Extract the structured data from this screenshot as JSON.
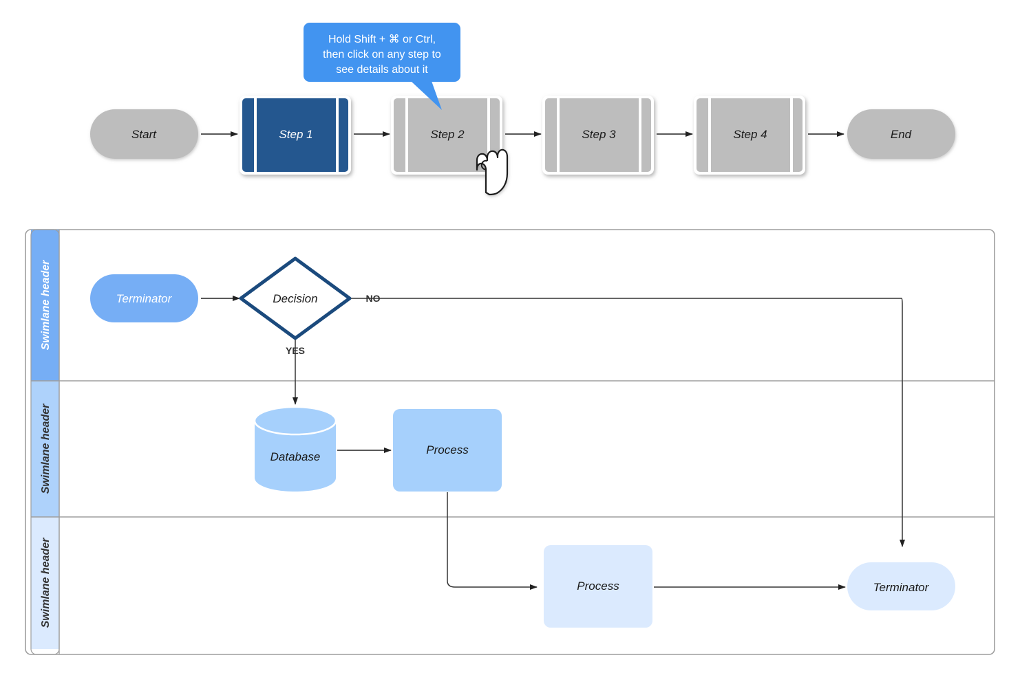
{
  "tooltip": {
    "lines": [
      "Hold Shift + ⌘ or Ctrl,",
      "then click on any step to",
      "see details about it"
    ],
    "bg_color": "#4294f0",
    "text_color": "#ffffff"
  },
  "top_flow": {
    "nodes": [
      {
        "id": "start",
        "label": "Start",
        "shape": "terminator",
        "fill": "#bdbdbd",
        "text_color": "#1a1a1a"
      },
      {
        "id": "step1",
        "label": "Step 1",
        "shape": "predefined-process",
        "fill": "#24578f",
        "text_color": "#ffffff"
      },
      {
        "id": "step2",
        "label": "Step 2",
        "shape": "predefined-process",
        "fill": "#bdbdbd",
        "text_color": "#1a1a1a"
      },
      {
        "id": "step3",
        "label": "Step 3",
        "shape": "predefined-process",
        "fill": "#bdbdbd",
        "text_color": "#1a1a1a"
      },
      {
        "id": "step4",
        "label": "Step 4",
        "shape": "predefined-process",
        "fill": "#bdbdbd",
        "text_color": "#1a1a1a"
      },
      {
        "id": "end",
        "label": "End",
        "shape": "terminator",
        "fill": "#bdbdbd",
        "text_color": "#1a1a1a"
      }
    ],
    "connector_count": 5,
    "selected_node": "step1",
    "hovered_node": "step2",
    "cursor": "pointing-hand"
  },
  "swimlanes": {
    "lanes": [
      {
        "id": "lane1",
        "header": "Swimlane header",
        "fill": "#76aef5",
        "text_color": "#ffffff"
      },
      {
        "id": "lane2",
        "header": "Swimlane header",
        "fill": "#aed2fb",
        "text_color": "#333333"
      },
      {
        "id": "lane3",
        "header": "Swimlane header",
        "fill": "#dbeafe",
        "text_color": "#333333"
      }
    ],
    "nodes": [
      {
        "id": "terminator1",
        "lane": "lane1",
        "label": "Terminator",
        "shape": "terminator",
        "fill": "#76aef5",
        "text_color": "#ffffff"
      },
      {
        "id": "decision",
        "lane": "lane1",
        "label": "Decision",
        "shape": "decision",
        "fill": "#ffffff",
        "stroke": "#1b4a7d",
        "text_color": "#1a1a1a"
      },
      {
        "id": "database",
        "lane": "lane2",
        "label": "Database",
        "shape": "cylinder",
        "fill": "#a6d0fc",
        "text_color": "#1a1a1a"
      },
      {
        "id": "process1",
        "lane": "lane2",
        "label": "Process",
        "shape": "process",
        "fill": "#a6d0fc",
        "text_color": "#1a1a1a"
      },
      {
        "id": "process2",
        "lane": "lane3",
        "label": "Process",
        "shape": "process",
        "fill": "#dbeafe",
        "text_color": "#1a1a1a"
      },
      {
        "id": "terminator2",
        "lane": "lane3",
        "label": "Terminator",
        "shape": "terminator",
        "fill": "#dbeafe",
        "text_color": "#1a1a1a"
      }
    ],
    "edge_labels": {
      "yes": "YES",
      "no": "NO"
    }
  }
}
